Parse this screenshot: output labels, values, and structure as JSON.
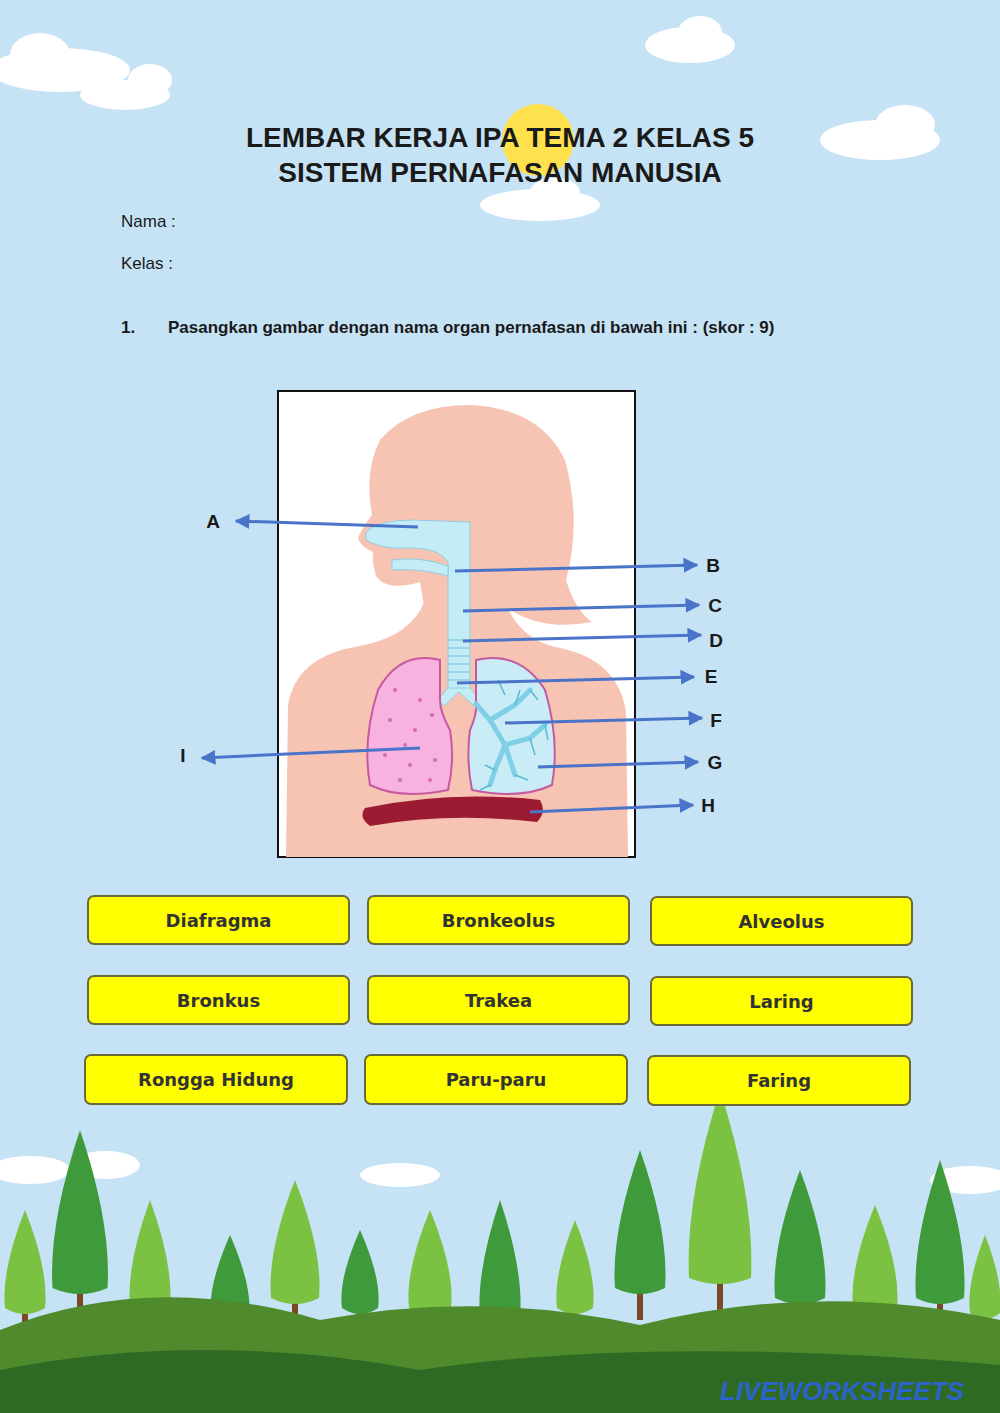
{
  "diagram": {
    "title": "LEMBAR KERJA IPA TEMA 2 KELAS 5 SISTEM PERNAFASAN MANUSIA",
    "nodes": [
      {
        "text": [
          "Diafragma"
        ]
      },
      {
        "text": [
          "Bronkeolus"
        ]
      },
      {
        "text": [
          "Alveolus"
        ]
      },
      {
        "text": [
          "Bronkus"
        ]
      },
      {
        "text": [
          "Trakea"
        ]
      },
      {
        "text": [
          "Laring"
        ]
      },
      {
        "text": [
          "Rongga Hidung"
        ]
      },
      {
        "text": [
          "Paru-paru"
        ]
      },
      {
        "text": [
          "Faring"
        ]
      }
    ],
    "labels": [
      "Nama :",
      "Kelas :",
      "1.",
      "Pasangkan gambar dengan nama organ pernafasan di bawah ini : (skor : 9)",
      "A",
      "B",
      "C",
      "D",
      "E",
      "F",
      "G",
      "H",
      "I",
      "LIVEWORKSHEETS"
    ]
  }
}
